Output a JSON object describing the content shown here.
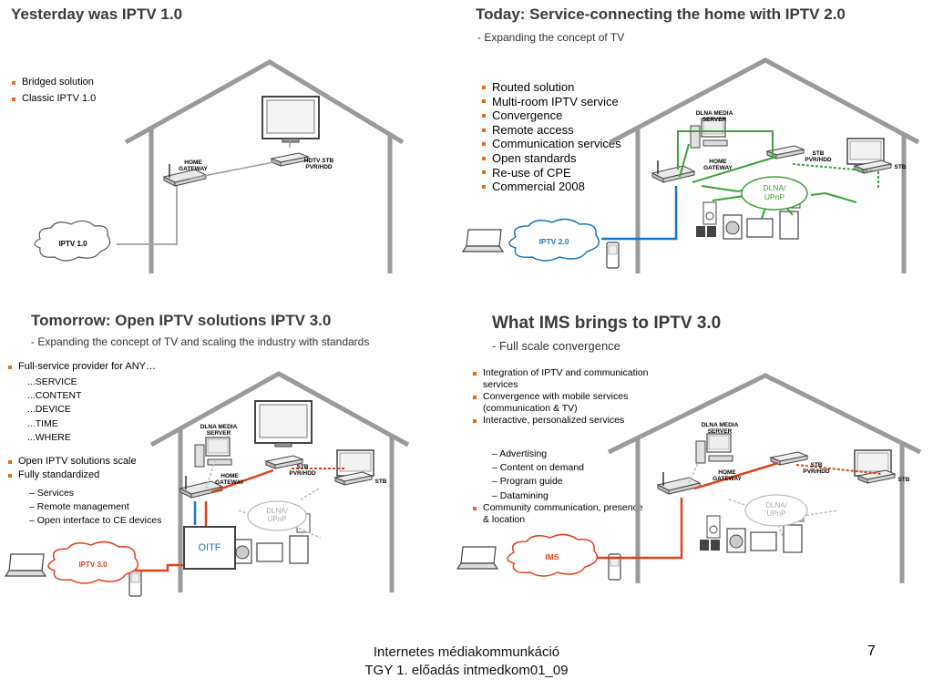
{
  "quadrants": {
    "top_left": {
      "title": "Yesterday was IPTV 1.0",
      "bullets": [
        "Bridged solution",
        "Classic IPTV 1.0"
      ],
      "labels": {
        "gateway": "HOME\nGATEWAY",
        "stb": "HDTV STB\nPVR/HDD",
        "cloud": "IPTV 1.0"
      }
    },
    "top_right": {
      "title": "Today: Service-connecting the home with IPTV 2.0",
      "subtitle": "- Expanding the concept of TV",
      "bullets": [
        "Routed solution",
        "Multi-room IPTV service",
        "Convergence",
        "Remote access",
        "Communication services",
        "Open standards",
        "Re-use of CPE",
        "Commercial 2008"
      ],
      "labels": {
        "server": "DLNA MEDIA\nSERVER",
        "gateway": "HOME\nGATEWAY",
        "stb1": "STB\nPVR/HDD",
        "stb2": "STB",
        "dlna": "DLNA/\nUPnP",
        "cloud": "IPTV 2.0"
      }
    },
    "bottom_left": {
      "title": "Tomorrow: Open IPTV solutions IPTV 3.0",
      "subtitle": "- Expanding the concept of TV and scaling the industry with standards",
      "bullets_top": [
        "Full-service provider for ANY…"
      ],
      "any_items": [
        "...SERVICE",
        "...CONTENT",
        "...DEVICE",
        "...TIME",
        "...WHERE"
      ],
      "bullets_mid": [
        "Open IPTV solutions scale",
        "Fully standardized"
      ],
      "dash_items": [
        "Services",
        "Remote management",
        "Open interface to CE devices"
      ],
      "labels": {
        "server": "DLNA MEDIA\nSERVER",
        "gateway": "HOME\nGATEWAY",
        "stb1": "STB\nPVR/HDD",
        "stb2": "STB",
        "dlna": "DLNA/\nUPnP",
        "oitf": "OITF",
        "cloud": "IPTV 3.0"
      }
    },
    "bottom_right": {
      "title": "What IMS brings to IPTV 3.0",
      "subtitle": "- Full scale convergence",
      "bullets_top": [
        "Integration of IPTV and communication services",
        "Convergence with mobile services (communication & TV)",
        "Interactive, personalized services"
      ],
      "dash_items": [
        "Advertising",
        "Content on demand",
        "Program guide",
        "Datamining"
      ],
      "bullets_bottom": [
        "Community communication, presence & location"
      ],
      "labels": {
        "server": "DLNA MEDIA\nSERVER",
        "gateway": "HOME\nGATEWAY",
        "stb1": "STB\nPVR/HDD",
        "stb2": "STB",
        "dlna": "DLNA/\nUPnP",
        "cloud": "IMS"
      }
    }
  },
  "footer": {
    "line1": "Internetes médiakommunkáció",
    "line2": "TGY 1. előadás intmedkom01_09",
    "page": "7"
  },
  "colors": {
    "bullet": "#e8671c",
    "house": "#9a9a9a",
    "blue": "#1a78c2",
    "green": "#3aa03a",
    "red": "#e0401a"
  }
}
